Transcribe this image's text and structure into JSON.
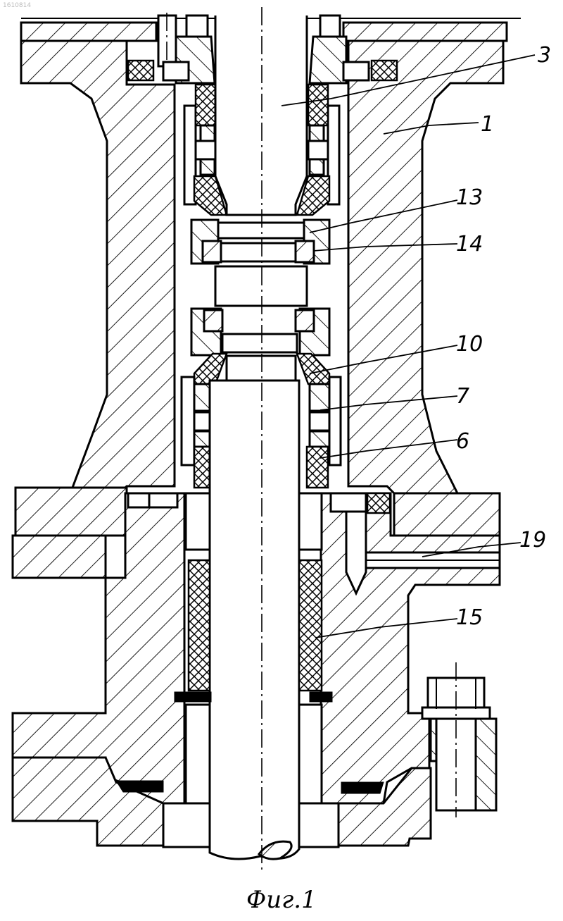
{
  "figure": {
    "caption": "Фиг.1",
    "stamp": "1610814",
    "callouts": [
      "3",
      "1",
      "13",
      "14",
      "10",
      "7",
      "6",
      "19",
      "15"
    ]
  },
  "colors": {
    "ink": "#000000",
    "paper": "#ffffff"
  }
}
